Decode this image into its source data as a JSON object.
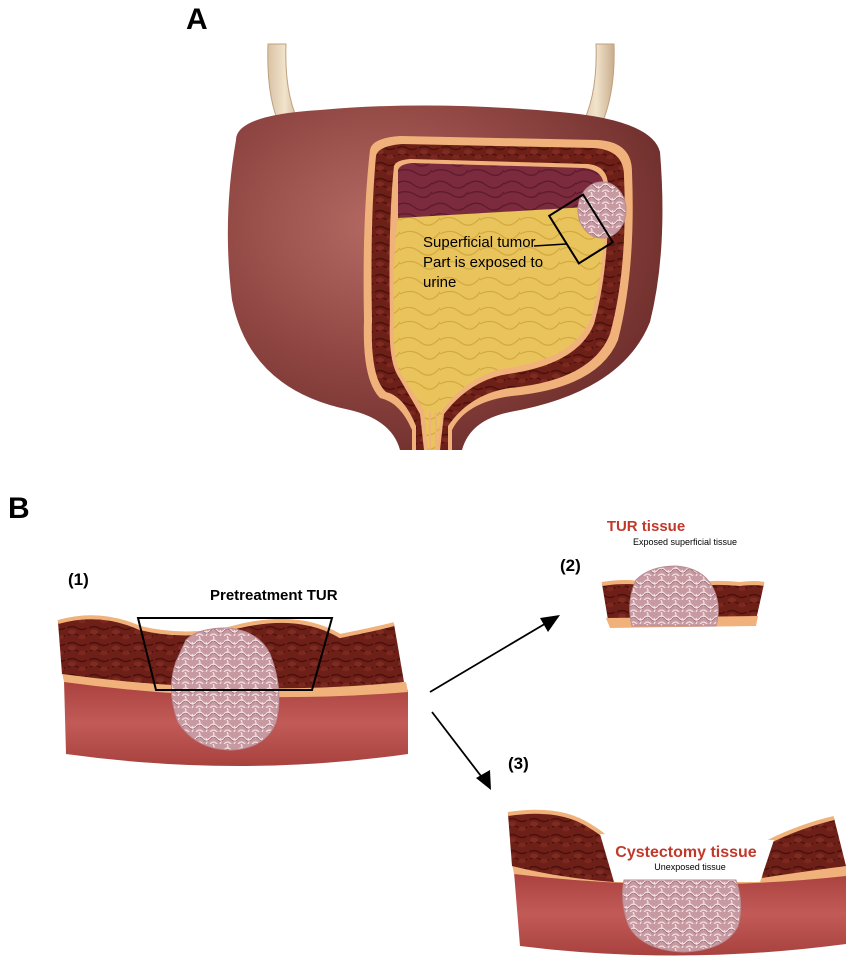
{
  "panel_a": {
    "letter": "A",
    "callout_lines": [
      "Superficial tumor",
      "Part is exposed to",
      "urine"
    ]
  },
  "panel_b": {
    "letter": "B",
    "step1_label": "(1)",
    "pretreatment_label": "Pretreatment TUR",
    "step2_label": "(2)",
    "tur_title": "TUR tissue",
    "tur_subtitle": "Exposed superficial tissue",
    "step3_label": "(3)",
    "cystectomy_title": "Cystectomy tissue",
    "cystectomy_subtitle": "Unexposed tissue"
  },
  "colors": {
    "bladder_outer": "#8a3e3a",
    "wall_dark": "#6e1f17",
    "mucosa_line": "#f0b27a",
    "muscle": "#b84b48",
    "urine": "#e8c35e",
    "interior_dark": "#7a2a3a",
    "tumor": "#c99aa3",
    "label_red": "#c0392b"
  }
}
